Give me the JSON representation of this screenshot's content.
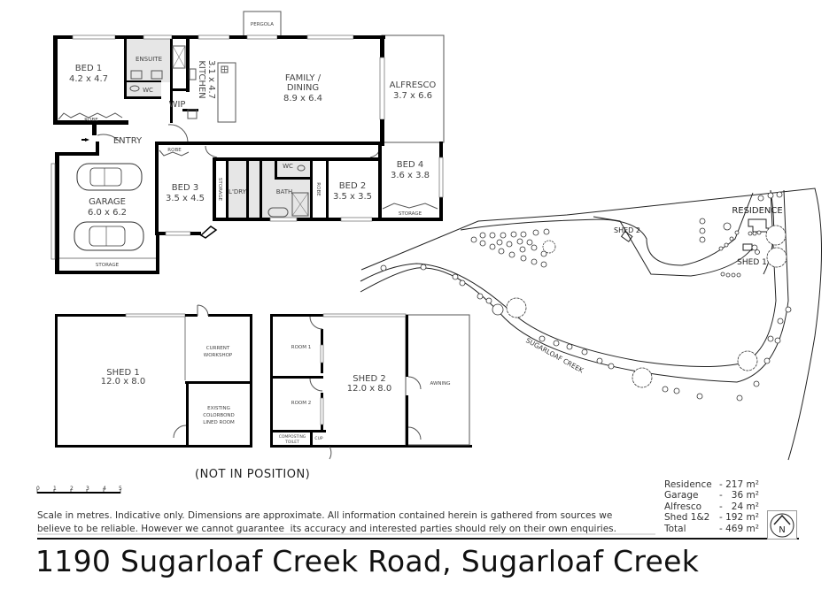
{
  "plan": {
    "residence_rooms": [
      {
        "name": "BED 1",
        "dims": "4.2 x 4.7"
      },
      {
        "name": "ENSUITE"
      },
      {
        "name": "WC"
      },
      {
        "name": "ROBE"
      },
      {
        "name": "WIP"
      },
      {
        "name": "KITCHEN",
        "dims": "3.1 x 4.7"
      },
      {
        "name": "PERGOLA"
      },
      {
        "name": "FAMILY /",
        "name2": "DINING",
        "dims": "8.9 x 6.4"
      },
      {
        "name": "ALFRESCO",
        "dims": "3.7 x 6.6"
      },
      {
        "name": "ENTRY"
      },
      {
        "name": "GARAGE",
        "dims": "6.0 x 6.2"
      },
      {
        "name": "STORAGE"
      },
      {
        "name": "ROBE"
      },
      {
        "name": "BED 3",
        "dims": "3.5 x 4.5"
      },
      {
        "name": "STORAGE"
      },
      {
        "name": "L'DRY"
      },
      {
        "name": "WC"
      },
      {
        "name": "BATH"
      },
      {
        "name": "ROBE"
      },
      {
        "name": "BED 2",
        "dims": "3.5 x 3.5"
      },
      {
        "name": "BED 4",
        "dims": "3.6 x 3.8"
      },
      {
        "name": "STORAGE"
      }
    ],
    "shed1_rooms": [
      {
        "name": "SHED 1",
        "dims": "12.0 x 8.0"
      },
      {
        "name": "CURRENT",
        "name2": "WORKSHOP"
      },
      {
        "name": "EXISTING",
        "name2": "COLORBOND",
        "name3": "LINED ROOM"
      }
    ],
    "shed2_rooms": [
      {
        "name": "ROOM 1"
      },
      {
        "name": "ROOM 2"
      },
      {
        "name": "SHED 2",
        "dims": "12.0 x 8.0"
      },
      {
        "name": "AWNING"
      },
      {
        "name": "COMPOSTING",
        "name2": "TOILET"
      },
      {
        "name": "CUP"
      }
    ],
    "not_in_position": "(NOT IN POSITION)"
  },
  "site": {
    "labels": {
      "residence": "RESIDENCE",
      "shed1": "SHED 1",
      "shed2": "SHED 2",
      "creek": "SUGARLOAF CREEK"
    }
  },
  "scale": {
    "ticks": [
      "0",
      "1",
      "2",
      "3",
      "4",
      "5"
    ],
    "unit": "metres"
  },
  "disclaimer": {
    "line1": "Scale in metres. Indicative only. Dimensions are approximate. All information contained herein is gathered from sources we",
    "line2": "believe to be reliable. However we cannot guarantee  its accuracy and interested parties should rely on their own enquiries."
  },
  "areas": [
    {
      "label": "Residence",
      "value": "- 217 m²"
    },
    {
      "label": "Garage",
      "value": "-   36 m²"
    },
    {
      "label": "Alfresco",
      "value": "-   24 m²"
    },
    {
      "label": "Shed 1&2",
      "value": "- 192 m²"
    },
    {
      "label": "Total",
      "value": "- 469 m²"
    }
  ],
  "north_arrow": {
    "letter": "N"
  },
  "title": "1190 Sugarloaf Creek Road, Sugarloaf Creek"
}
